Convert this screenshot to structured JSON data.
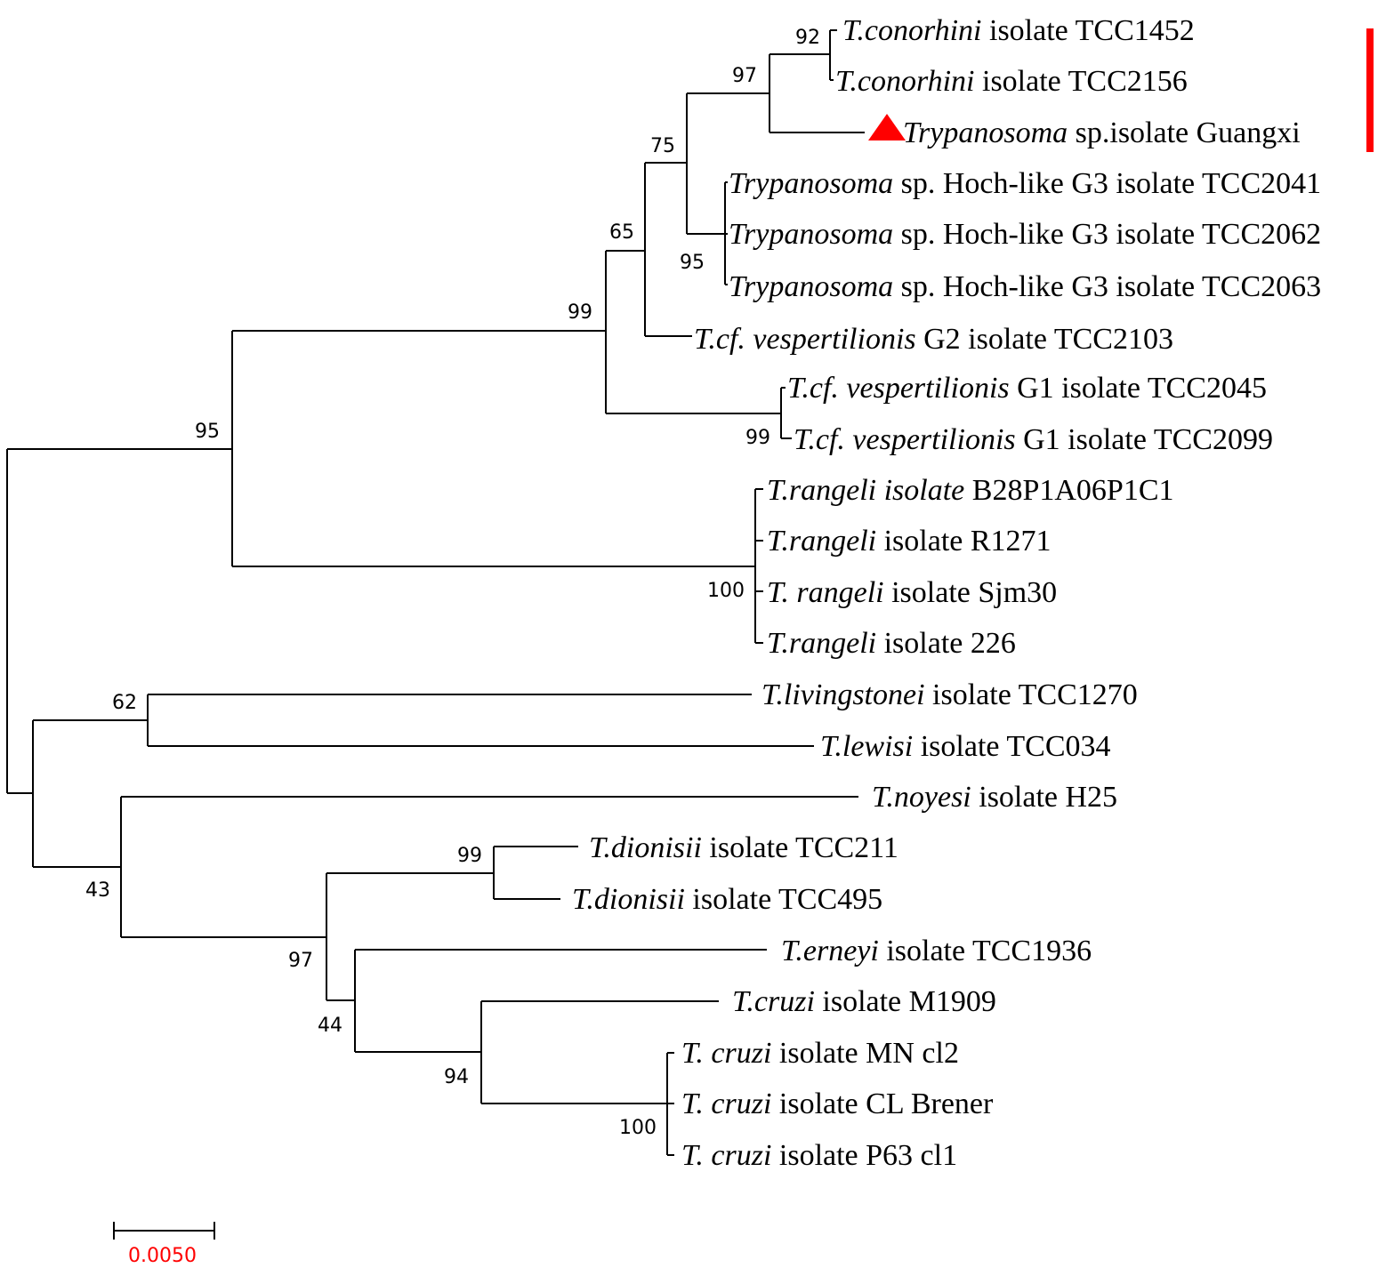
{
  "tree": {
    "taxa": [
      {
        "id": "conorhini1452",
        "italic": "T.conorhini",
        "rest": " isolate TCC1452"
      },
      {
        "id": "conorhini2156",
        "italic": "T.conorhini",
        "rest": " isolate TCC2156"
      },
      {
        "id": "guangxi",
        "italic": "Trypanosoma",
        "rest": " sp.isolate Guangxi"
      },
      {
        "id": "hoch2041",
        "italic": "Trypanosoma",
        "rest": " sp. Hoch-like G3 isolate TCC2041"
      },
      {
        "id": "hoch2062",
        "italic": "Trypanosoma",
        "rest": " sp. Hoch-like G3 isolate TCC2062"
      },
      {
        "id": "hoch2063",
        "italic": "Trypanosoma",
        "rest": " sp. Hoch-like G3 isolate TCC2063"
      },
      {
        "id": "vesp2103",
        "italic": "T.cf. vespertilionis",
        "rest": " G2 isolate TCC2103"
      },
      {
        "id": "vesp2045",
        "italic": "T.cf. vespertilionis",
        "rest": " G1 isolate TCC2045"
      },
      {
        "id": "vesp2099",
        "italic": "T.cf. vespertilionis",
        "rest": " G1 isolate TCC2099"
      },
      {
        "id": "rangeliB28",
        "italic": "T.rangeli isolate",
        "rest": " B28P1A06P1C1"
      },
      {
        "id": "rangeliR1271",
        "italic": "T.rangeli",
        "rest": " isolate R1271"
      },
      {
        "id": "rangeliSjm30",
        "italic": "T. rangeli",
        "rest": " isolate Sjm30"
      },
      {
        "id": "rangeli226",
        "italic": "T.rangeli",
        "rest": " isolate 226"
      },
      {
        "id": "livingstonei",
        "italic": "T.livingstonei",
        "rest": " isolate TCC1270"
      },
      {
        "id": "lewisi",
        "italic": "T.lewisi",
        "rest": " isolate TCC034"
      },
      {
        "id": "noyesi",
        "italic": "T.noyesi",
        "rest": " isolate H25"
      },
      {
        "id": "dionisii211",
        "italic": "T.dionisii",
        "rest": " isolate TCC211"
      },
      {
        "id": "dionisii495",
        "italic": "T.dionisii",
        "rest": " isolate TCC495"
      },
      {
        "id": "erneyi",
        "italic": "T.erneyi",
        "rest": " isolate TCC1936"
      },
      {
        "id": "cruziM1909",
        "italic": "T.cruzi",
        "rest": " isolate M1909"
      },
      {
        "id": "cruziMN",
        "italic": "T. cruzi",
        "rest": " isolate MN cl2"
      },
      {
        "id": "cruziCL",
        "italic": "T. cruzi",
        "rest": " isolate CL Brener"
      },
      {
        "id": "cruziP63",
        "italic": "T. cruzi",
        "rest": " isolate P63 cl1"
      }
    ],
    "bootstrap": [
      "92",
      "97",
      "75",
      "95",
      "65",
      "99",
      "99",
      "95",
      "100",
      "62",
      "43",
      "99",
      "97",
      "44",
      "94",
      "100"
    ],
    "highlight_marker": "red-triangle",
    "highlight_color": "#ff0000",
    "scale_bar": {
      "label": "0.0050",
      "label_color": "#ff0000"
    }
  }
}
